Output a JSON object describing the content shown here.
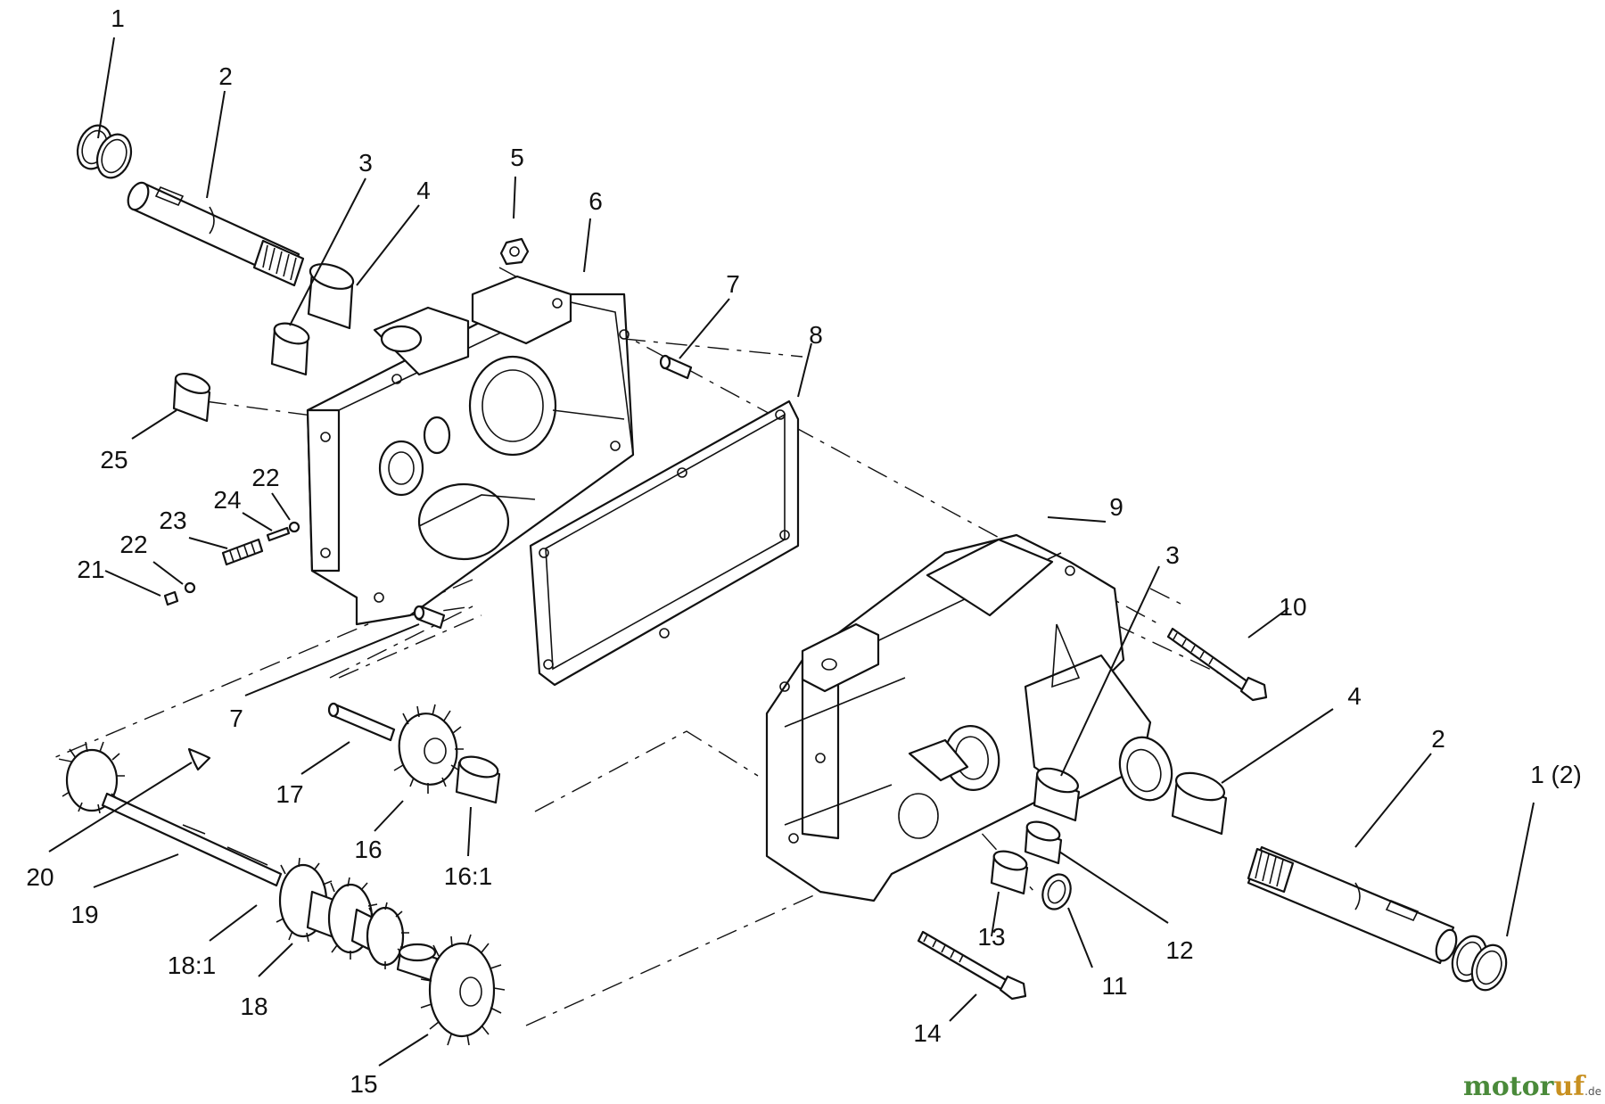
{
  "diagram": {
    "callouts": {
      "c1": "1",
      "c2": "2",
      "c3": "3",
      "c4": "4",
      "c5": "5",
      "c6": "6",
      "c7": "7",
      "c8": "8",
      "c9": "9",
      "c3r": "3",
      "c10": "10",
      "c4r": "4",
      "c2r": "2",
      "c1r": "1 (2)",
      "c25": "25",
      "c22a": "22",
      "c24": "24",
      "c23": "23",
      "c22b": "22",
      "c21": "21",
      "c7b": "7",
      "c17": "17",
      "c16": "16",
      "c16_1": "16:1",
      "c20": "20",
      "c19": "19",
      "c18_1": "18:1",
      "c18": "18",
      "c15": "15",
      "c14": "14",
      "c13": "13",
      "c11": "11",
      "c12": "12"
    },
    "watermark": {
      "brand_a": "motor",
      "brand_b": "uf",
      "suffix": ".de"
    }
  }
}
